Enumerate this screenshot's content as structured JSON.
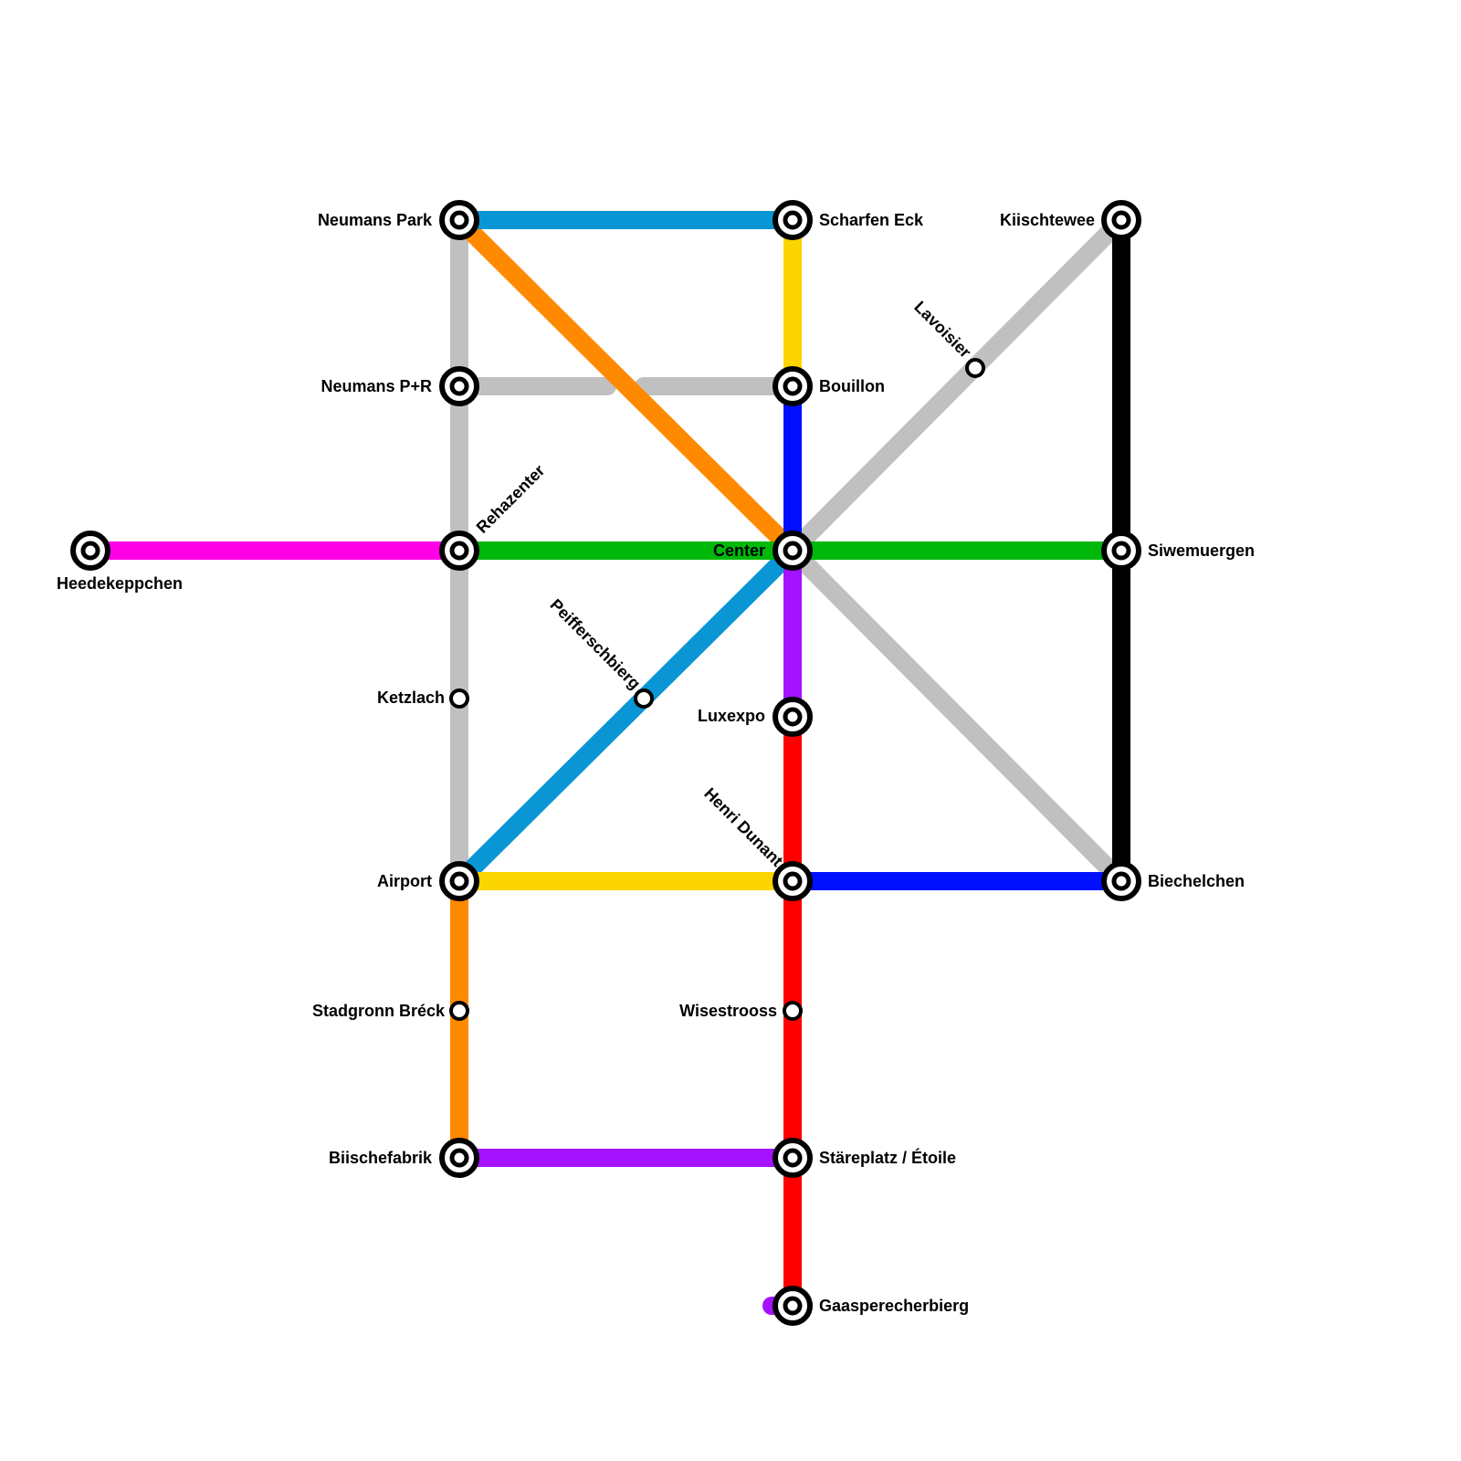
{
  "colors": {
    "cyan": "#0a96d4",
    "orange": "#ff8a00",
    "gray": "#c0c0c0",
    "yellow": "#fcd400",
    "blue": "#0010ff",
    "green": "#00b80a",
    "magenta": "#ff00e6",
    "purple": "#a512ff",
    "red": "#ff0000",
    "black": "#000000"
  },
  "stations": {
    "neumans_park": "Neumans Park",
    "scharfen_eck": "Scharfen Eck",
    "kiischtewee": "Kiischtewee",
    "lavoisier": "Lavoisier",
    "neumans_pr": "Neumans P+R",
    "bouillon": "Bouillon",
    "rehazenter": "Rehazenter",
    "heedekeppchen": "Heedekeppchen",
    "center": "Center",
    "siwemuergen": "Siwemuergen",
    "peifferschbierg": "Peifferschbierg",
    "ketzlach": "Ketzlach",
    "luxexpo": "Luxexpo",
    "henri_dunant": "Henri Dunant",
    "airport": "Airport",
    "biechelchen": "Biechelchen",
    "stadgronn_breck": "Stadgronn Bréck",
    "wisestrooss": "Wisestrooss",
    "biischefabrik": "Biischefabrik",
    "stareplatz": "Stäreplatz / Étoile",
    "gaasperecherbierg": "Gaasperecherbierg"
  }
}
